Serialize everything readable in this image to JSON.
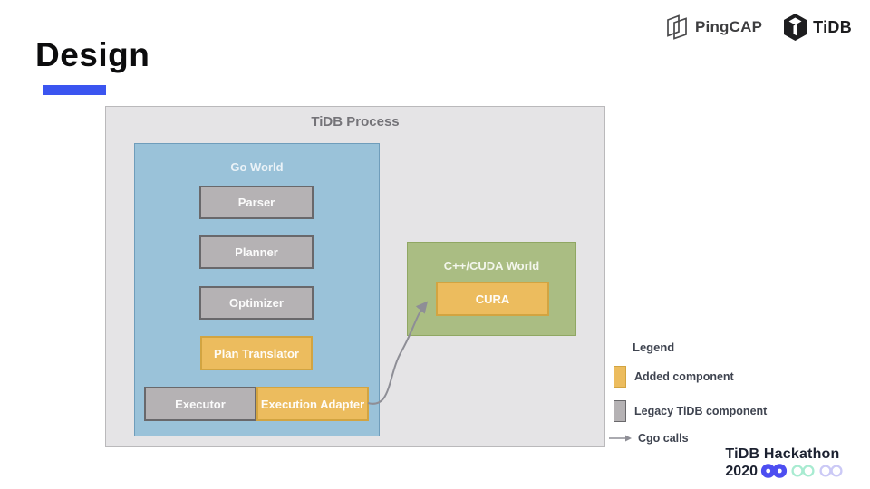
{
  "header": {
    "pingcap_label": "PingCAP",
    "tidb_label": "TiDB"
  },
  "title": "Design",
  "diagram": {
    "process_label": "TiDB Process",
    "go_world": {
      "label": "Go World",
      "components": [
        {
          "label": "Parser",
          "type": "legacy"
        },
        {
          "label": "Planner",
          "type": "legacy"
        },
        {
          "label": "Optimizer",
          "type": "legacy"
        },
        {
          "label": "Plan Translator",
          "type": "added"
        }
      ],
      "executor": {
        "label": "Executor",
        "type": "legacy"
      },
      "execution_adapter": {
        "label": "Execution Adapter",
        "type": "added"
      }
    },
    "cuda_world": {
      "label": "C++/CUDA World",
      "component": {
        "label": "CURA",
        "type": "added"
      }
    },
    "arrow": {
      "meaning": "Cgo call from Execution Adapter to CURA"
    }
  },
  "legend": {
    "title": "Legend",
    "items": [
      {
        "label": "Added component",
        "swatch": "added"
      },
      {
        "label": "Legacy TiDB component",
        "swatch": "legacy"
      },
      {
        "label": "Cgo calls",
        "swatch": "arrow"
      }
    ]
  },
  "footer": {
    "line1": "TiDB Hackathon",
    "line2": "2020"
  },
  "colors": {
    "accent_blue": "#3b55f0",
    "process_fill": "#e5e4e6",
    "go_world_fill": "#9ac2d9",
    "cuda_world_fill": "#aabd83",
    "added_fill": "#ecbc5e",
    "added_border": "#d2a441",
    "legacy_fill": "#b5b2b4",
    "legacy_border": "#69686b",
    "arrow_gray": "#8e8e96",
    "legend_text": "#3f4450",
    "infinity_blue": "#4d4ef1",
    "infinity_mint": "#a8ebd1",
    "infinity_lavender": "#cbc9f6"
  }
}
